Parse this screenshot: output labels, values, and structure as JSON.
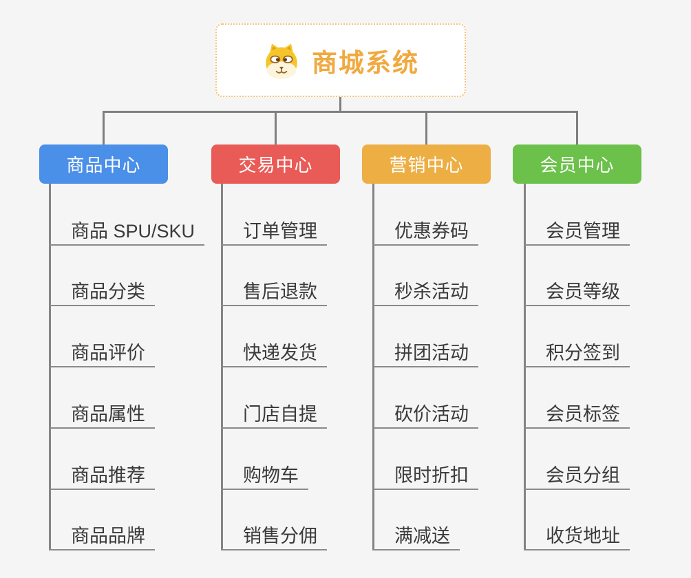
{
  "root": {
    "title": "商城系统",
    "icon": "dog-face-icon"
  },
  "branches": [
    {
      "label": "商品中心",
      "color": "#4a8fe8",
      "items": [
        "商品 SPU/SKU",
        "商品分类",
        "商品评价",
        "商品属性",
        "商品推荐",
        "商品品牌"
      ]
    },
    {
      "label": "交易中心",
      "color": "#e95b56",
      "items": [
        "订单管理",
        "售后退款",
        "快递发货",
        "门店自提",
        "购物车",
        "销售分佣"
      ]
    },
    {
      "label": "营销中心",
      "color": "#edae44",
      "items": [
        "优惠券码",
        "秒杀活动",
        "拼团活动",
        "砍价活动",
        "限时折扣",
        "满减送"
      ]
    },
    {
      "label": "会员中心",
      "color": "#6bc14a",
      "items": [
        "会员管理",
        "会员等级",
        "积分签到",
        "会员标签",
        "会员分组",
        "收货地址"
      ]
    }
  ],
  "palette": {
    "background": "#f5f5f6",
    "connector_line": "#7f7f7f",
    "leaf_underline": "#8a8a8a",
    "leaf_text": "#3a3a3a",
    "root_text": "#f0a93f",
    "root_border": "#f3c473",
    "node_text": "#ffffff"
  }
}
